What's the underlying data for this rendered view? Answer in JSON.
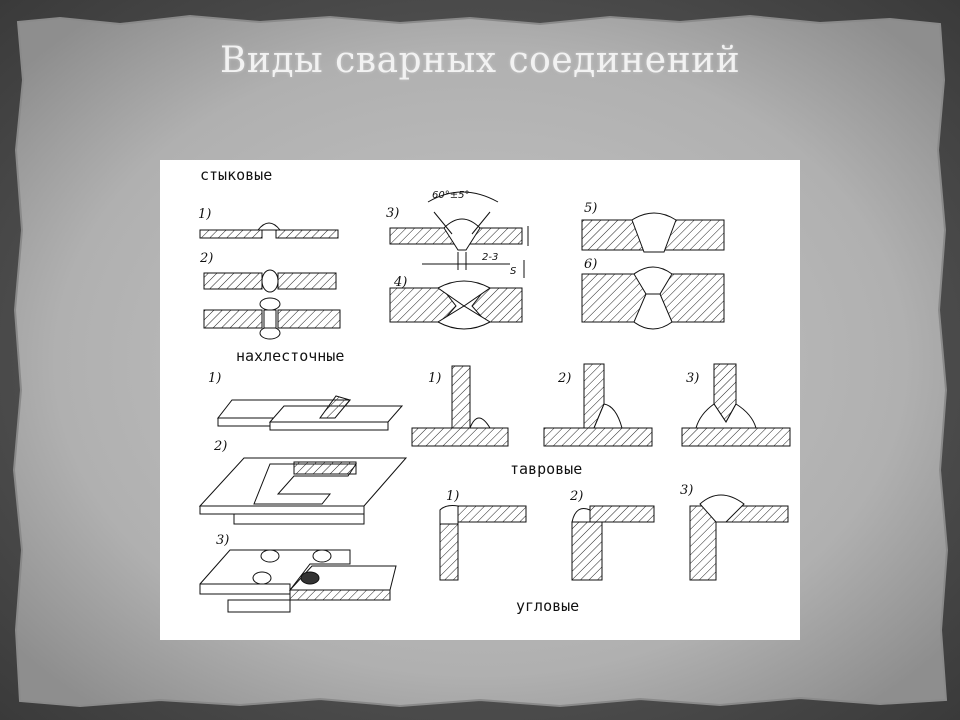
{
  "slide": {
    "title": "Виды сварных соединений"
  },
  "diagram": {
    "group_butt": "стыковые",
    "group_lap": "нахлесточные",
    "group_tee": "тавровые",
    "group_corner": "угловые",
    "butt_numbers": [
      "1)",
      "2)",
      "3)",
      "4)",
      "5)",
      "6)"
    ],
    "lap_numbers": [
      "1)",
      "2)",
      "3)"
    ],
    "tee_numbers": [
      "1)",
      "2)",
      "3)"
    ],
    "corner_numbers": [
      "1)",
      "2)",
      "3)"
    ],
    "dim_angle": "60°±5°",
    "dim_gap": "2-3",
    "dim_thickness": "S"
  }
}
